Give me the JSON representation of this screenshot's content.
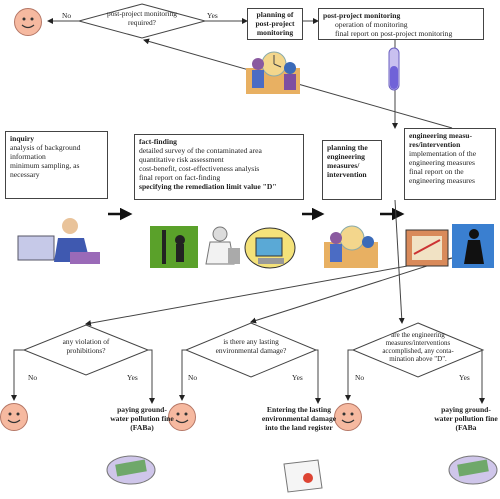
{
  "top": {
    "decision": "post-project monitoring required?",
    "no": "No",
    "yes": "Yes",
    "planning_monitoring": "planning of post-project monitoring",
    "monitoring_title": "post-project monitoring",
    "monitoring_items": [
      "operation of monitoring",
      "final report on post-project monitoring"
    ]
  },
  "inquiry": {
    "title": "inquiry",
    "items": [
      "analysis of background information",
      "minimum sampling, as necessary"
    ]
  },
  "fact_finding": {
    "title": "fact-finding",
    "items": [
      "detailed survey of the contaminated area",
      "quantitative risk assessment",
      "cost-benefit, cost-effectiveness analysis",
      "final report on fact-finding"
    ],
    "bold_line": "specifying the remediation limit value \"D\""
  },
  "planning_engineering": {
    "title": "planning the engineering measures/ intervention"
  },
  "engineering": {
    "title": "engineering measu- res/intervention",
    "items": [
      "implementation of the engineering measures",
      "final report on the engineering measures"
    ]
  },
  "decisions": [
    {
      "text": "any violation of prohibitions?",
      "no": "No",
      "yes": "Yes",
      "outcome": "paying ground- water pollution fine (FABa)"
    },
    {
      "text": "is there any lasting environmental damage?",
      "no": "No",
      "yes": "Yes",
      "outcome": "Entering the lasting environmental damage into the land register"
    },
    {
      "text": "are the engineering measures/interventions accomplished, any conta- mination above \"D\".",
      "no": "No",
      "yes": "Yes",
      "outcome": "paying ground- water pollution fine (FABa"
    }
  ],
  "colors": {
    "face": "#f6b9a0",
    "line": "#444444",
    "arrow": "#111111"
  }
}
